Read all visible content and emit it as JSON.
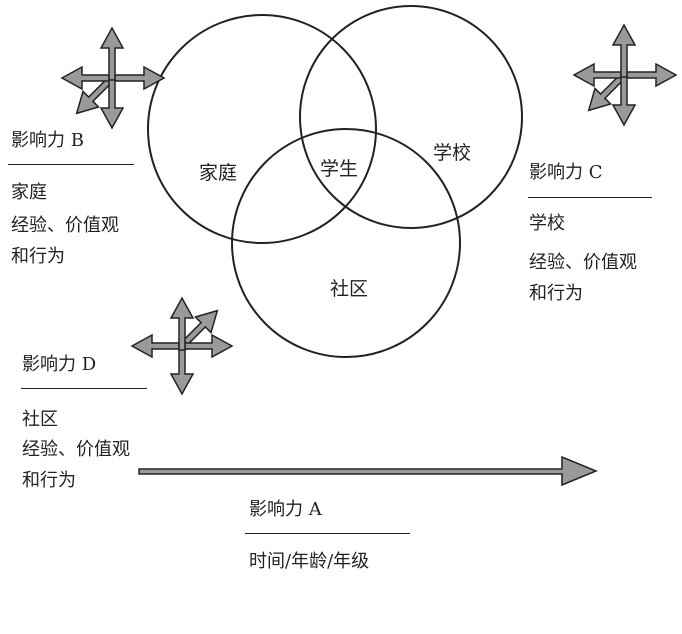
{
  "venn": {
    "family": "家庭",
    "school": "学校",
    "community": "社区",
    "student": "学生"
  },
  "influences": {
    "b": {
      "title": "影响力 B",
      "lines": [
        "家庭",
        "经验、价值观",
        "和行为"
      ]
    },
    "c": {
      "title": "影响力 C",
      "lines": [
        "学校",
        "经验、价值观",
        "和行为"
      ]
    },
    "d": {
      "title": "影响力 D",
      "lines": [
        "社区",
        "经验、价值观",
        "和行为"
      ]
    },
    "a": {
      "title": "影响力 A",
      "caption": "时间/年龄/年级"
    }
  },
  "colors": {
    "stroke": "#222222",
    "arrow_fill": "#9a9a9a"
  }
}
